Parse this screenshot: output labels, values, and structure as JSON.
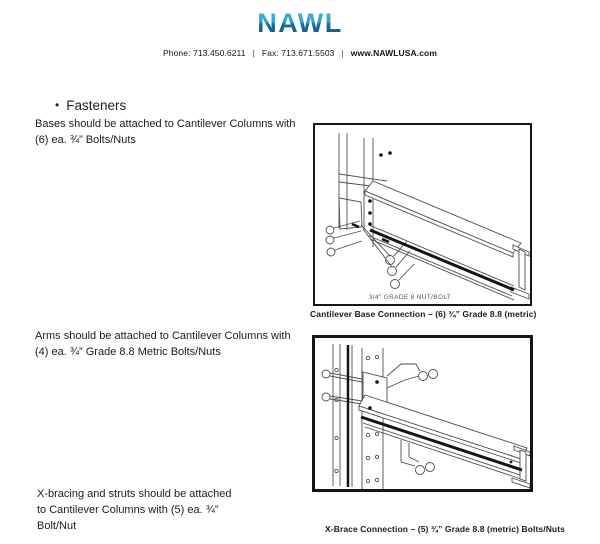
{
  "header": {
    "logo": {
      "text": "NAWL",
      "color_top": "#49b7dc",
      "color_bottom": "#14537e"
    },
    "contact": {
      "phone": "Phone: 713.450.6211",
      "fax": "Fax: 713.671.5503",
      "website": "www.NAWLUSA.com",
      "separator": "|"
    }
  },
  "section": {
    "bullet": "•",
    "title": "Fasteners"
  },
  "paragraphs": {
    "bases": {
      "line1": "Bases should be attached to Cantilever Columns with",
      "line2": "(6) ea. ¾” Bolts/Nuts"
    },
    "arms": {
      "line1": "Arms should be attached to Cantilever Columns with",
      "line2": "(4) ea. ¾” Grade 8.8 Metric Bolts/Nuts"
    },
    "xbracing": {
      "line1": "X-bracing and struts should be attached",
      "line2": "to Cantilever Columns with (5) ea. ¾”",
      "line3": "Bolt/Nut"
    }
  },
  "figures": {
    "base": {
      "label": "3/4\" GRADE 8 NUT/BOLT",
      "caption": "Cantilever Base Connection – (6) ¾” Grade 8.8 (metric)"
    },
    "xbrace": {
      "caption": "X-Brace Connection – (5) ¾” Grade 8.8 (metric) Bolts/Nuts"
    }
  },
  "colors": {
    "line_art": "#4f4f4f",
    "line_art_dark": "#141414",
    "text": "#1c1c1c"
  }
}
